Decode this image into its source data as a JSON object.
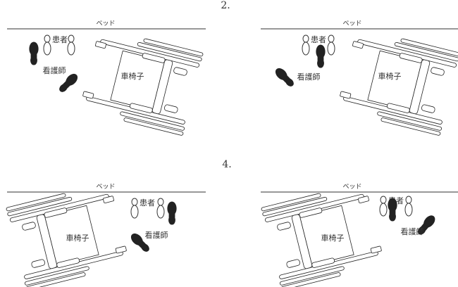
{
  "panels": [
    {
      "number": "",
      "bed": "ベッド",
      "patient": "患者",
      "nurse": "看護師",
      "wheelchair": "車椅子"
    },
    {
      "number": "2.",
      "bed": "ベッド",
      "patient": "患者",
      "nurse": "看護師",
      "wheelchair": "車椅子"
    },
    {
      "number": "",
      "bed": "ベッド",
      "patient": "患者",
      "nurse": "看護師",
      "wheelchair": "車椅子"
    },
    {
      "number": "4.",
      "bed": "ベッド",
      "patient": "患者",
      "nurse": "看護師",
      "wheelchair": "車椅子"
    }
  ]
}
